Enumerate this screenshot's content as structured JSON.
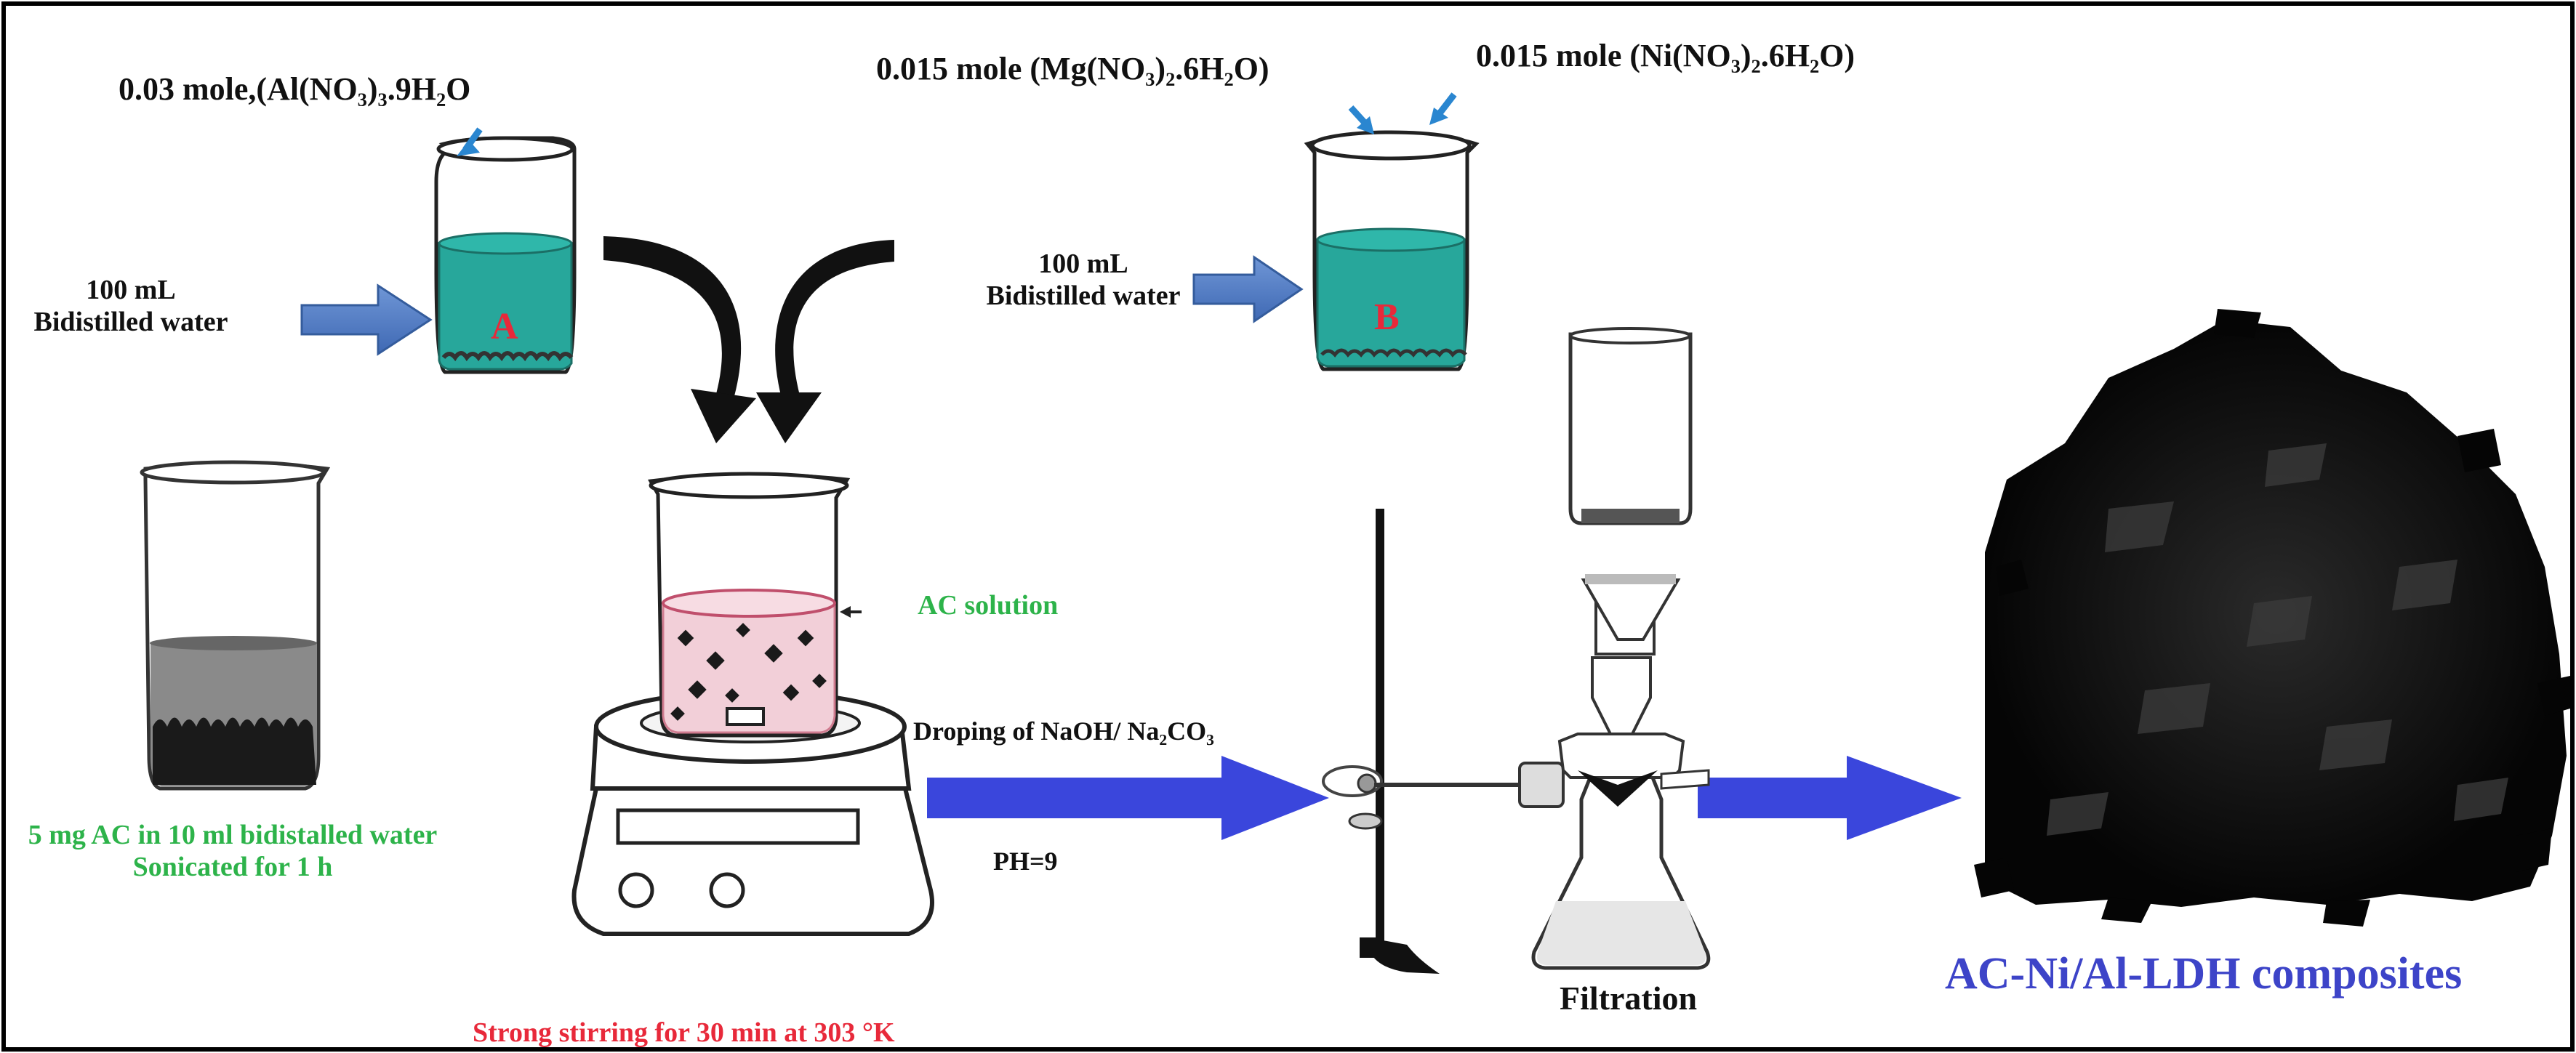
{
  "beaker_a": {
    "reagent": "0.03 mole,(Al(NO₃)₃.9H₂O",
    "water_volume": "100 mL",
    "water_type": "Bidistilled water",
    "letter": "A"
  },
  "beaker_b": {
    "reagent_mg": "0.015 mole (Mg(NO₃)₂.6H₂O)",
    "reagent_ni": "0.015 mole (Ni(NO₃)₂.6H₂O)",
    "water_volume": "100 mL",
    "water_type": "Bidistilled water",
    "letter": "B"
  },
  "ac_prep": {
    "line1": "5 mg AC in 10 ml bidistalled water",
    "line2": "Sonicated for 1 h"
  },
  "stirring": {
    "ac_label": "AC solution",
    "condition": "Strong stirring for 30 min at 303 °K"
  },
  "precipitation": {
    "dropping": "Droping of NaOH/ Na₂CO₃",
    "ph": "PH=9"
  },
  "filtration": {
    "label": "Filtration"
  },
  "product": {
    "label": "AC-Ni/Al-LDH composites"
  },
  "colors": {
    "text": "#111111",
    "green": "#2db34a",
    "red": "#e8293a",
    "blue_title": "#3d44c8",
    "solution": "#27a79b",
    "arrow_blue": "#4a78c2",
    "arrow_flow": "#3a46dc"
  }
}
